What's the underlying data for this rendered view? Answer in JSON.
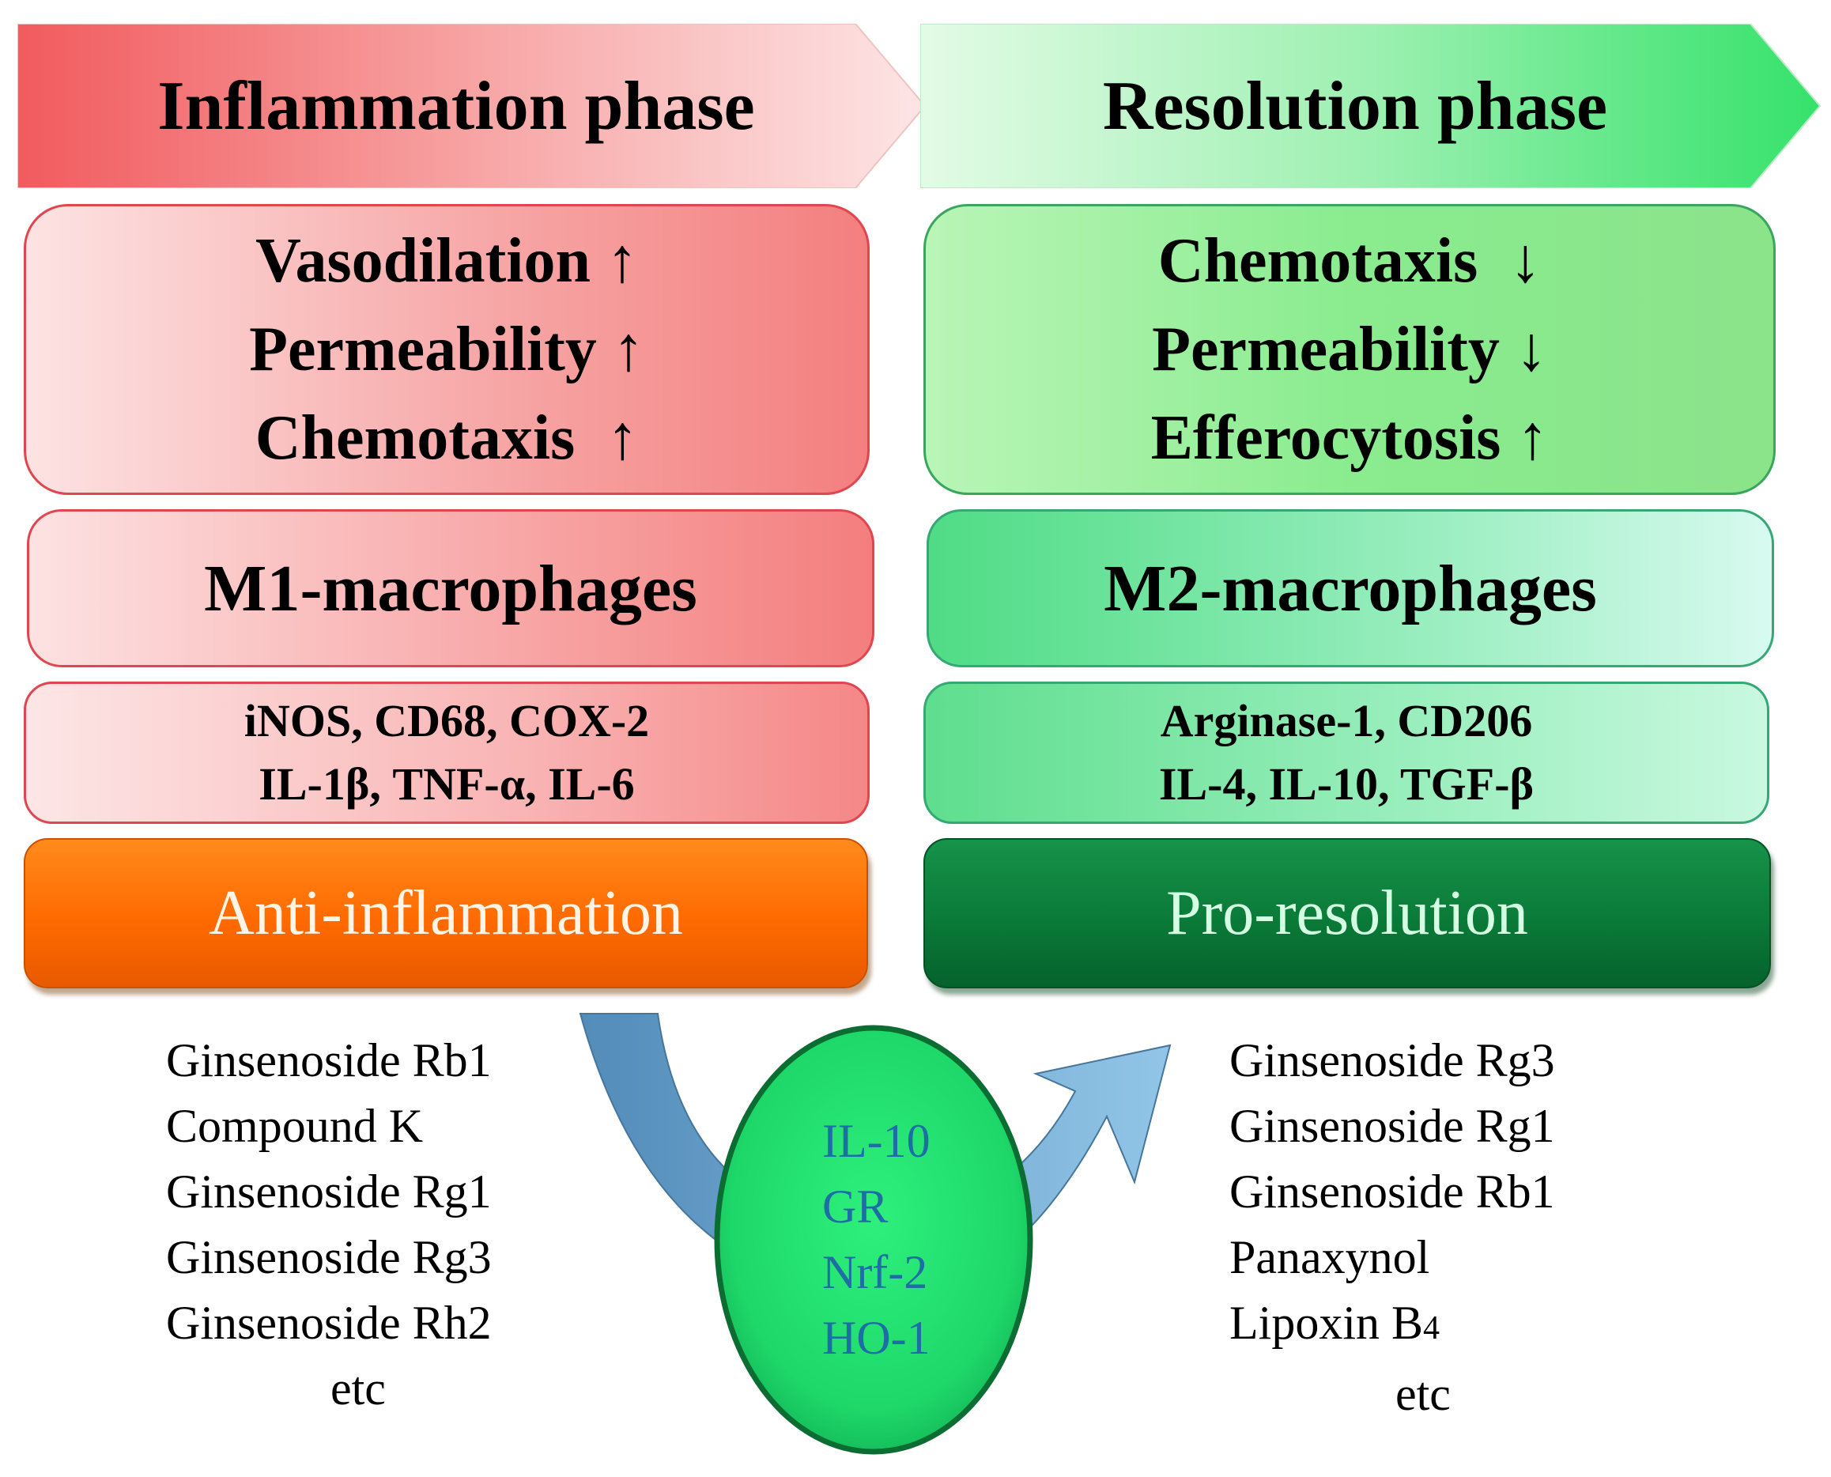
{
  "phases": {
    "left": "Inflammation phase",
    "right": "Resolution phase"
  },
  "effects": {
    "left": [
      "Vasodilation ↑",
      "Permeability ↑",
      "Chemotaxis  ↑"
    ],
    "right": [
      "Chemotaxis  ↓",
      "Permeability ↓",
      "Efferocytosis ↑"
    ]
  },
  "macrophages": {
    "left": "M1-macrophages",
    "right": "M2-macrophages"
  },
  "markers": {
    "left": [
      "iNOS, CD68, COX-2",
      "IL-1β, TNF-α, IL-6"
    ],
    "right": [
      "Arginase-1, CD206",
      "IL-4, IL-10, TGF-β"
    ]
  },
  "actions": {
    "left": "Anti-inflammation",
    "right": "Pro-resolution"
  },
  "compounds": {
    "left": [
      "Ginsenoside Rb1",
      "Compound K",
      "Ginsenoside Rg1",
      "Ginsenoside Rg3",
      "Ginsenoside Rh2"
    ],
    "left_etc": "etc",
    "right": [
      "Ginsenoside Rg3",
      "Ginsenoside Rg1",
      "Ginsenoside Rb1",
      "Panaxynol",
      "Lipoxin B"
    ],
    "right_subscript": "4",
    "right_etc": "etc"
  },
  "mediators": [
    "IL-10",
    "GR",
    "Nrf-2",
    "HO-1"
  ],
  "colors": {
    "inflammation_red": "#f47f7f",
    "resolution_green": "#8aec8f",
    "anti_inflammation_orange": "#ff6a00",
    "pro_resolution_green": "#0a7a38",
    "mediator_oval": "#22e070",
    "curved_arrow": "#6aa6cf"
  }
}
